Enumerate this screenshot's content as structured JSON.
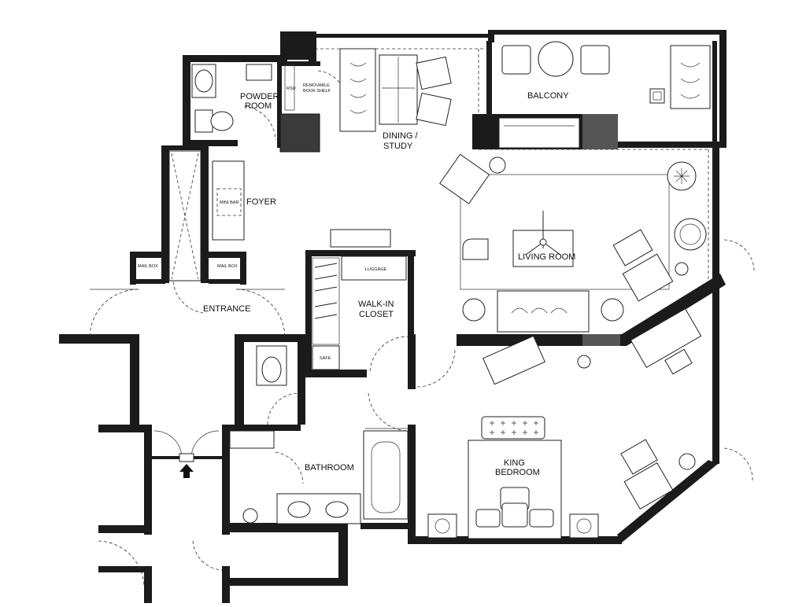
{
  "rooms": {
    "powder_room": [
      "POWDER",
      "ROOM"
    ],
    "dining_study": [
      "DINING /",
      "STUDY"
    ],
    "balcony": "BALCONY",
    "foyer": "FOYER",
    "living_room": "LIVING ROOM",
    "walk_in_closet": [
      "WALK-IN",
      "CLOSET"
    ],
    "entrance": "ENTRANCE",
    "bathroom": "BATHROOM",
    "king_bedroom": [
      "KING",
      "BEDROOM"
    ]
  },
  "fixtures": {
    "mail_box_left": "MAIL BOX",
    "mail_box_right": "MAIL BOX",
    "mini_bar": "MINI BAR",
    "luggage": "LUGGAGE",
    "safe": "SAFE",
    "rsu": "RSU",
    "removable_book_shelf": [
      "REMOVABLE",
      "BOOK SHELF"
    ]
  },
  "colors": {
    "wall": "#1b1b1b",
    "line": "#222222",
    "rsu_outline": "#cc2222"
  }
}
